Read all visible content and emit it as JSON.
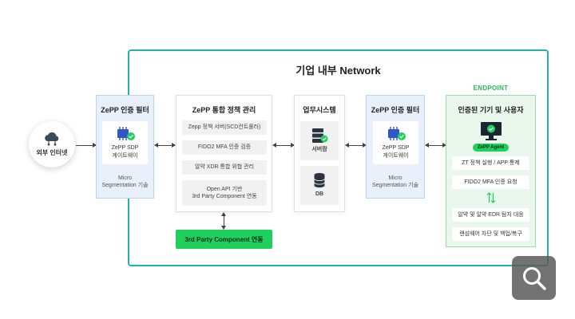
{
  "network": {
    "title": "기업 내부 Network"
  },
  "internet": {
    "label": "외부 인터넷",
    "icon": "cloud-network-icon"
  },
  "sdp_filter_left": {
    "title": "ZePP 인증 필터",
    "gateway": "ZePP SDP\n게이트웨이",
    "micro": "Micro\nSegmentation 기술"
  },
  "policy": {
    "title": "ZePP 통합 정책 관리",
    "items": [
      "Zepp 정책 서버(SCD컨트롤러)",
      "FIDO2 MFA 인증 검증",
      "알약 XDR 통합 위협 관리",
      "Open API 기반\n3rd Party Component 연동"
    ]
  },
  "third_party": {
    "label": "3rd Party Component 연동"
  },
  "business": {
    "title": "업무시스템",
    "server": "서버팜",
    "db": "DB"
  },
  "sdp_filter_right": {
    "title": "ZePP 인증 필터",
    "gateway": "ZePP SDP\n게이트웨이",
    "micro": "Micro\nSegmentation 기술"
  },
  "endpoint": {
    "label": "ENDPOINT",
    "title": "인증된 기기 및 사용자",
    "agent": "ZePP Agent",
    "items": [
      "ZT 정책 실행 / APP 통제",
      "FIDO2 MFA 인증 요청",
      "알약 및 알약 EDR 탐지 대응",
      "랜섬웨어 차단 및 백업/복구"
    ]
  },
  "colors": {
    "frame": "#1fb5a8",
    "filter_bg": "#e8f1fb",
    "endpoint_bg": "#e9f7ec",
    "accent_green": "#1ed15d",
    "gateway_icon": "#2f57c8"
  }
}
